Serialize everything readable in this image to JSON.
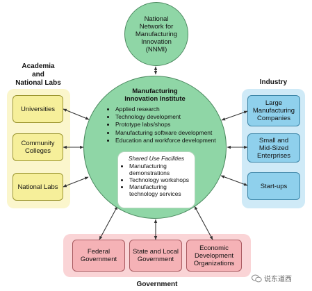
{
  "nnmi": {
    "line1": "National",
    "line2": "Network for",
    "line3": "Manufacturing",
    "line4": "Innovation",
    "line5": "(NNMI)"
  },
  "institute": {
    "title_line1": "Manufacturing",
    "title_line2": "Innovation Institute",
    "items": [
      "Applied research",
      "Technology development",
      "Prototype labs/shops",
      "Manufacturing software development",
      "Education and workforce development"
    ],
    "shared": {
      "title": "Shared Use Facilities",
      "items": [
        {
          "line1": "Manufacturing",
          "line2": "demonstrations"
        },
        {
          "line1": "Technology workshops",
          "line2": ""
        },
        {
          "line1": "Manufacturing",
          "line2": "technology services"
        }
      ]
    }
  },
  "academia": {
    "label_line1": "Academia",
    "label_line2": "and",
    "label_line3": "National Labs",
    "boxes": [
      {
        "line1": "Universities",
        "line2": ""
      },
      {
        "line1": "Community",
        "line2": "Colleges"
      },
      {
        "line1": "National Labs",
        "line2": ""
      }
    ]
  },
  "industry": {
    "label": "Industry",
    "boxes": [
      {
        "line1": "Large",
        "line2": "Manufacturing",
        "line3": "Companies"
      },
      {
        "line1": "Small and",
        "line2": "Mid-Sized",
        "line3": "Enterprises"
      },
      {
        "line1": "Start-ups",
        "line2": "",
        "line3": ""
      }
    ]
  },
  "government": {
    "label": "Government",
    "boxes": [
      {
        "line1": "Federal",
        "line2": "Government",
        "line3": ""
      },
      {
        "line1": "State and Local",
        "line2": "Government",
        "line3": ""
      },
      {
        "line1": "Economic",
        "line2": "Development",
        "line3": "Organizations"
      }
    ]
  },
  "watermark": {
    "text": "说东道西",
    "icon": "wechat-icon"
  },
  "colors": {
    "academia_fill": "#f6ef9a",
    "academia_panel": "#fbf6cc",
    "industry_fill": "#8fd0ec",
    "industry_panel": "#cfeaf7",
    "government_fill": "#f5b2b6",
    "government_panel": "#fad4d6",
    "institute_fill": "#8fd6a6"
  }
}
